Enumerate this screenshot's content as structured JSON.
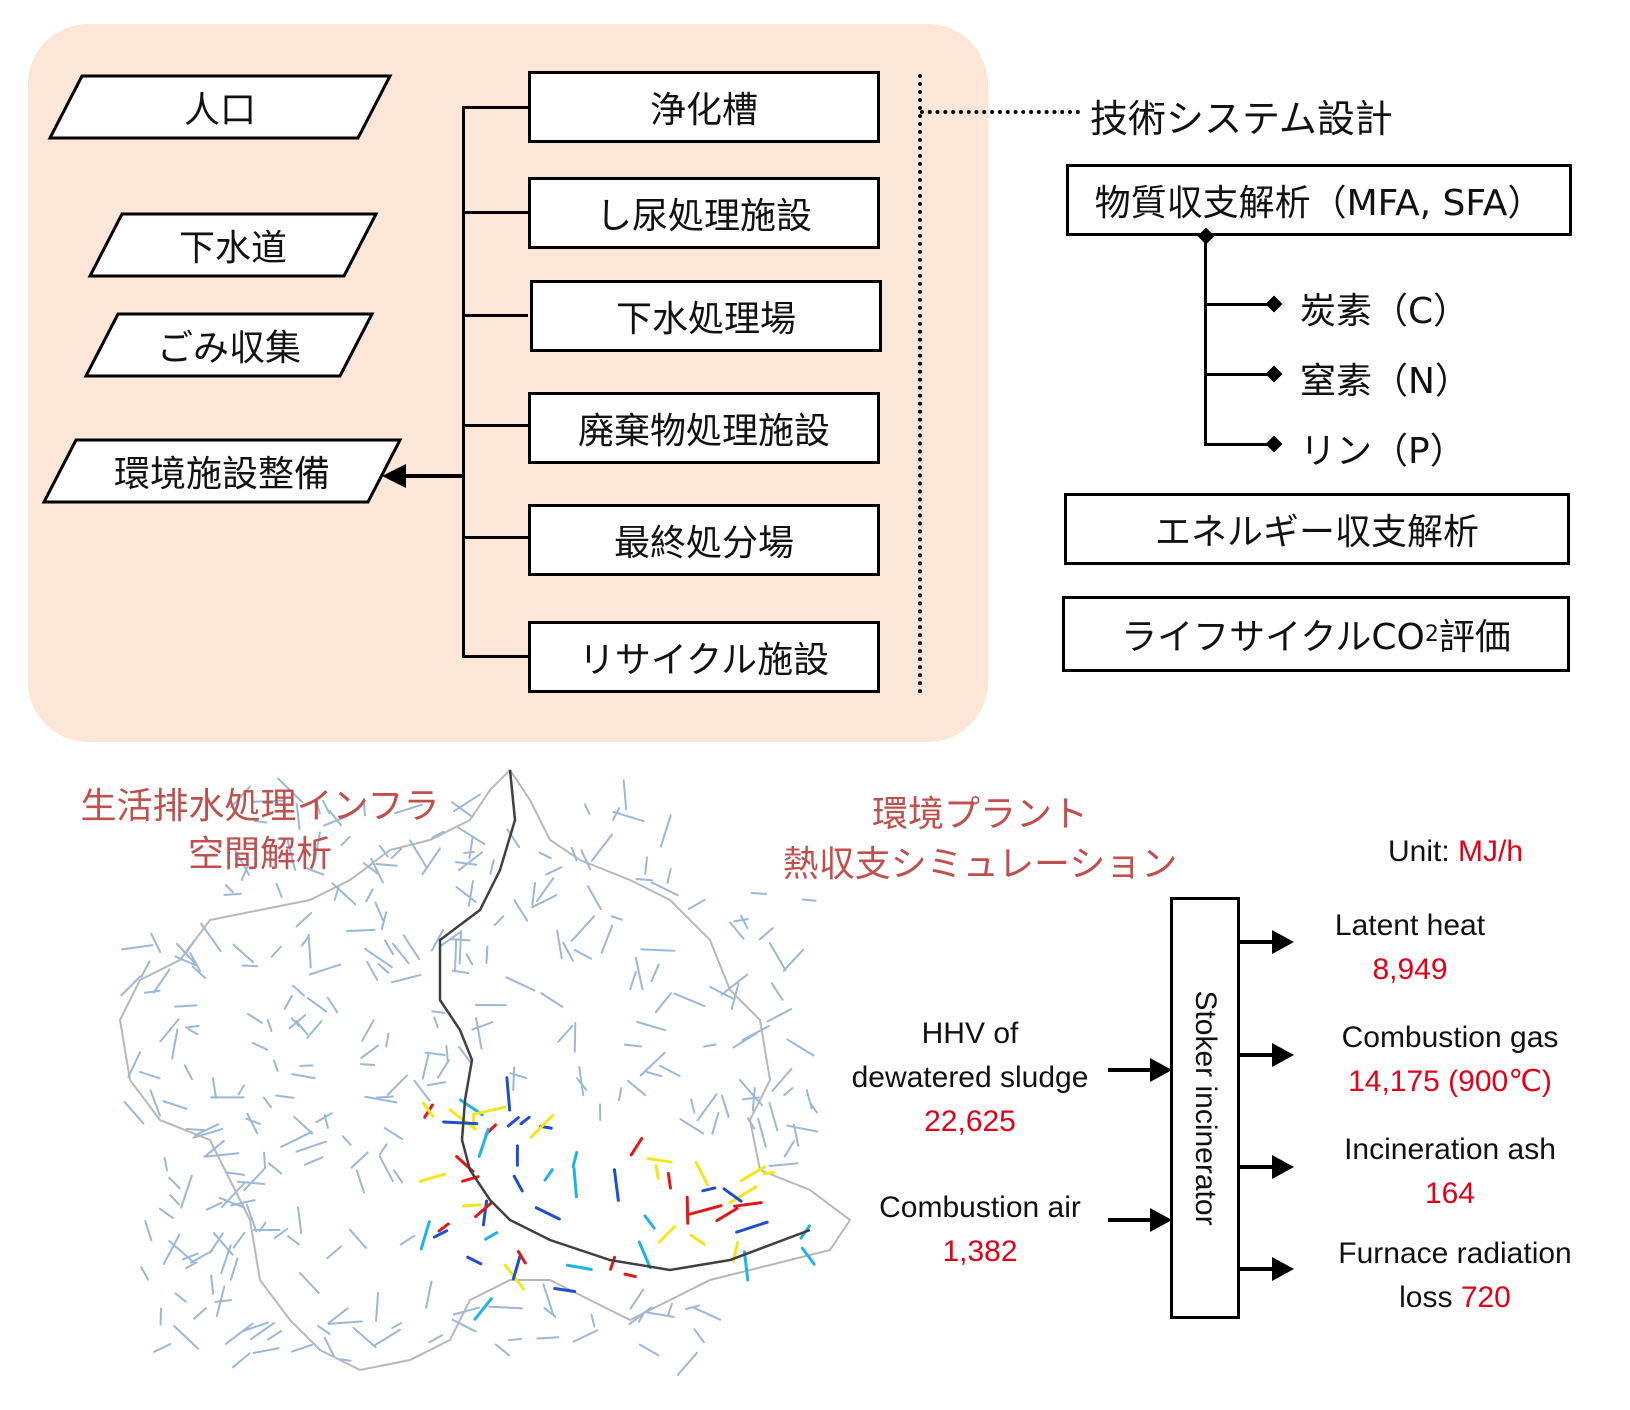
{
  "upper_left_panel": {
    "inputs": [
      {
        "label": "人口"
      },
      {
        "label": "下水道"
      },
      {
        "label": "ごみ収集"
      },
      {
        "label": "環境施設整備"
      }
    ],
    "facilities": [
      {
        "label": "浄化槽"
      },
      {
        "label": "し尿処理施設"
      },
      {
        "label": "下水処理場"
      },
      {
        "label": "廃棄物処理施設"
      },
      {
        "label": "最終処分場"
      },
      {
        "label": "リサイクル施設"
      }
    ],
    "panel_color": "#fbe6d8"
  },
  "technical_design": {
    "title": "技術システム設計",
    "mfa_box": "物質収支解析（MFA, SFA）",
    "elements": [
      {
        "label": "炭素（C）"
      },
      {
        "label": "窒素（N）"
      },
      {
        "label": "リン（P）"
      }
    ],
    "energy_box": "エネルギー収支解析",
    "lca_box_prefix": "ライフサイクルCO",
    "lca_box_sub": "2",
    "lca_box_suffix": "評価"
  },
  "spatial_analysis": {
    "title_line1": "生活排水処理インフラ",
    "title_line2": "空間解析",
    "title_color": "#c0504d",
    "map_legend_colors": {
      "base_river": "#9ab8d8",
      "main_river": "#404040",
      "cyan": "#1fb4e6",
      "blue": "#1f4fd0",
      "yellow": "#f5e61c",
      "red": "#e01818"
    }
  },
  "heat_balance": {
    "title_line1": "環境プラント",
    "title_line2": "熱収支シミュレーション",
    "unit_label": "Unit:",
    "unit_value": "MJ/h",
    "incinerator_label": "Stoker incinerator",
    "inputs": [
      {
        "label_line1": "HHV of",
        "label_line2": "dewatered sludge",
        "value": "22,625"
      },
      {
        "label_line1": "Combustion air",
        "value": "1,382"
      }
    ],
    "outputs": [
      {
        "label": "Latent heat",
        "value": "8,949"
      },
      {
        "label": "Combustion gas",
        "value": "14,175 (900℃)"
      },
      {
        "label": "Incineration ash",
        "value": "164"
      },
      {
        "label_line1": "Furnace radiation",
        "label_prefix": "loss",
        "value": "720"
      }
    ],
    "value_color": "#e0001a"
  }
}
